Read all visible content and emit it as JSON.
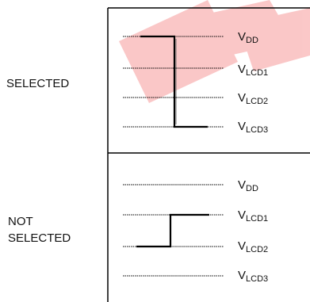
{
  "selected": {
    "label": "SELECTED",
    "levels": [
      {
        "base": "V",
        "sub": "DD"
      },
      {
        "base": "V",
        "sub": "LCD1"
      },
      {
        "base": "V",
        "sub": "LCD2"
      },
      {
        "base": "V",
        "sub": "LCD3"
      }
    ]
  },
  "not_selected": {
    "label_line1": "NOT",
    "label_line2": "SELECTED",
    "levels": [
      {
        "base": "V",
        "sub": "DD"
      },
      {
        "base": "V",
        "sub": "LCD1"
      },
      {
        "base": "V",
        "sub": "LCD2"
      },
      {
        "base": "V",
        "sub": "LCD3"
      }
    ]
  },
  "colors": {
    "line": "#000000",
    "watermark": "#ef3b3b"
  }
}
